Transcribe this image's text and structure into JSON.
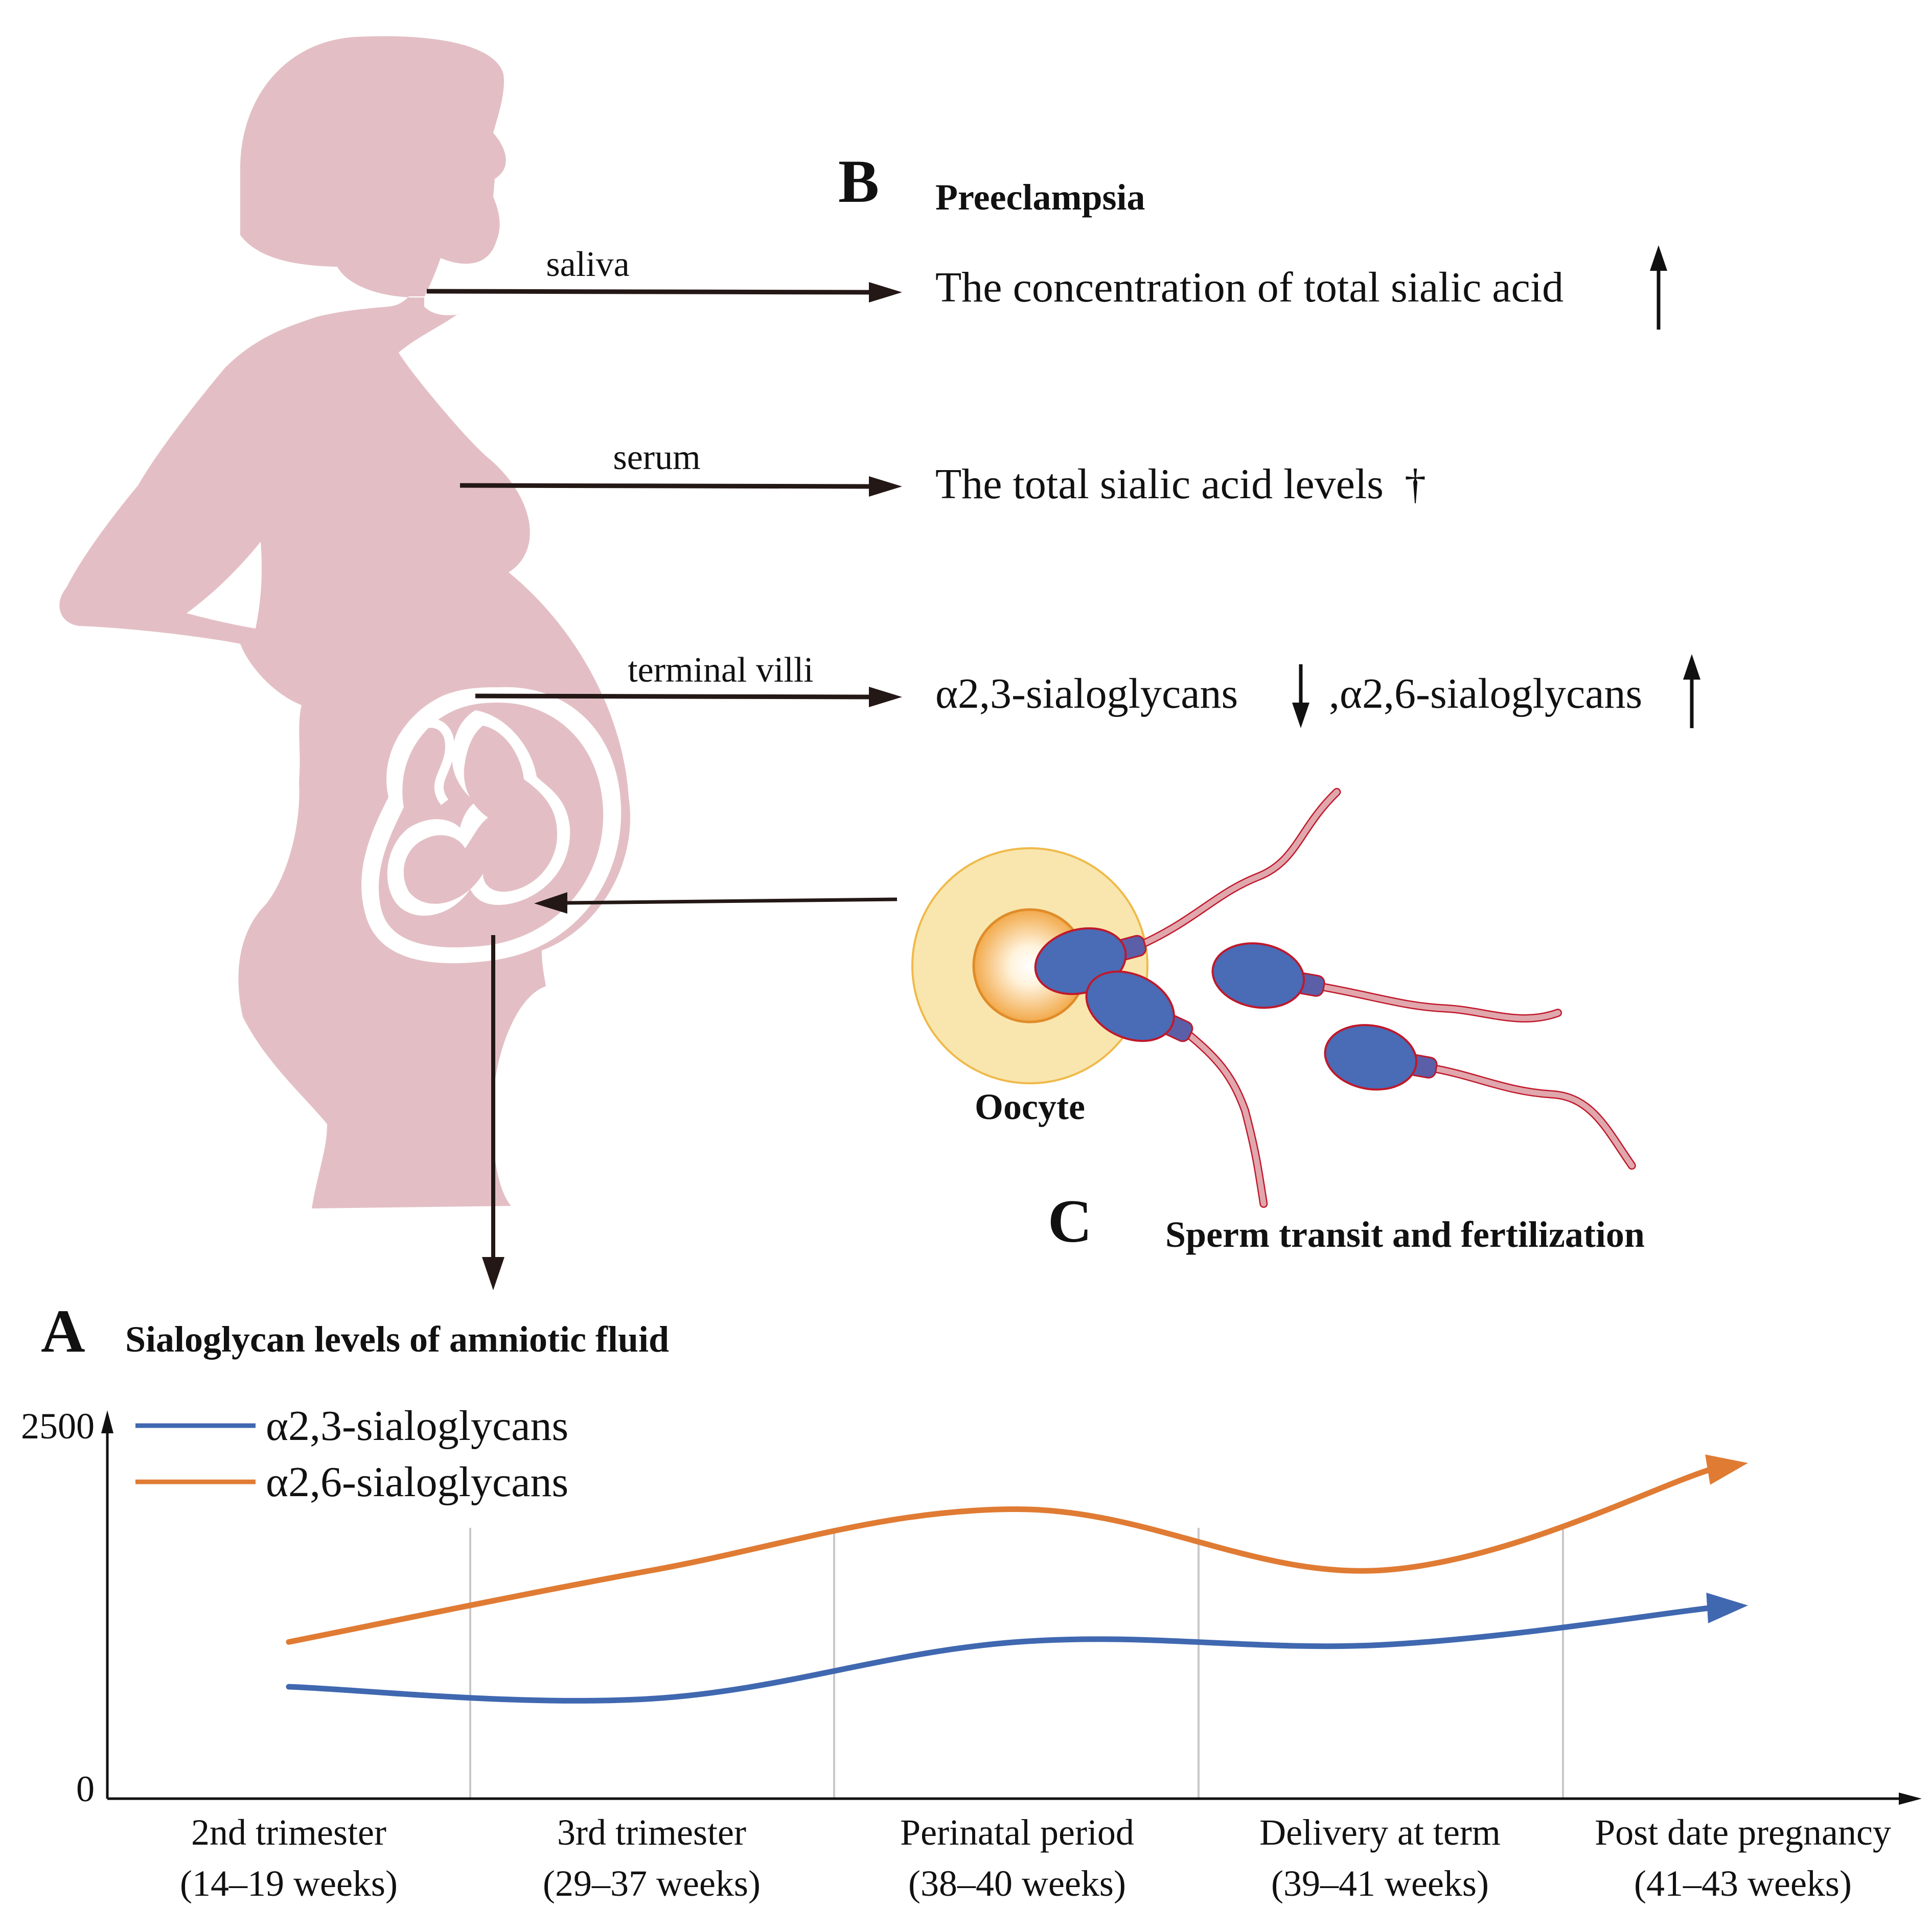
{
  "colors": {
    "silhouette": "#e3bfc5",
    "arrow": "#231815",
    "alpha23_line": "#4068b0",
    "alpha26_line": "#e07b34",
    "grid": "#c8c8c8",
    "oocyte_outer": "#f9e6ae",
    "oocyte_nucleus": "#f2a94a",
    "sperm_head": "#4a6bb5",
    "sperm_outline": "#c0182a",
    "sperm_tail": "#e0a7ad"
  },
  "panel_b": {
    "letter": "B",
    "title": "Preeclampsia",
    "rows": [
      {
        "source": "saliva",
        "text": "The concentration of total sialic acid",
        "marker": "↑"
      },
      {
        "source": "serum",
        "text": "The total sialic acid levels",
        "marker": "†"
      },
      {
        "source": "terminal villi",
        "text_a": "α2,3-sialoglycans",
        "marker_a": "↓",
        "text_b": ",α2,6-sialoglycans",
        "marker_b": "↑"
      }
    ]
  },
  "panel_c": {
    "letter": "C",
    "title": "Sperm transit and fertilization",
    "oocyte_label": "Oocyte",
    "oocyte_icon": "oocyte-icon",
    "sperm_icon": "sperm-icon"
  },
  "panel_a": {
    "letter": "A",
    "title": "Sialoglycan levels of amniotic fluid"
  },
  "chart_data": {
    "type": "line",
    "categories": [
      "2nd trimester\n(14–19 weeks)",
      "3rd trimester\n(29–37 weeks)",
      "Perinatal period\n(38–40 weeks)",
      "Delivery at term\n(39–41 weeks)",
      "Post date pregnancy\n(41–43 weeks)"
    ],
    "category_lines": [
      [
        "2nd trimester",
        "(14–19 weeks)"
      ],
      [
        "3rd trimester",
        "(29–37 weeks)"
      ],
      [
        "Perinatal period",
        "(38–40 weeks)"
      ],
      [
        "Delivery at term",
        "(39–41 weeks)"
      ],
      [
        "Post date pregnancy",
        "(41–43 weeks)"
      ]
    ],
    "ylim": [
      0,
      2500
    ],
    "yticks": [
      "2500",
      "0"
    ],
    "grid": "vertical lines between categories",
    "legend_position": "top-left",
    "series": [
      {
        "name": "α2,3-sialoglycans",
        "color": "#4068b0",
        "values": [
          750,
          670,
          1050,
          1030,
          1280
        ]
      },
      {
        "name": "α2,6-sialoglycans",
        "color": "#e07b34",
        "values": [
          1050,
          1530,
          1940,
          1530,
          2210
        ]
      }
    ]
  }
}
